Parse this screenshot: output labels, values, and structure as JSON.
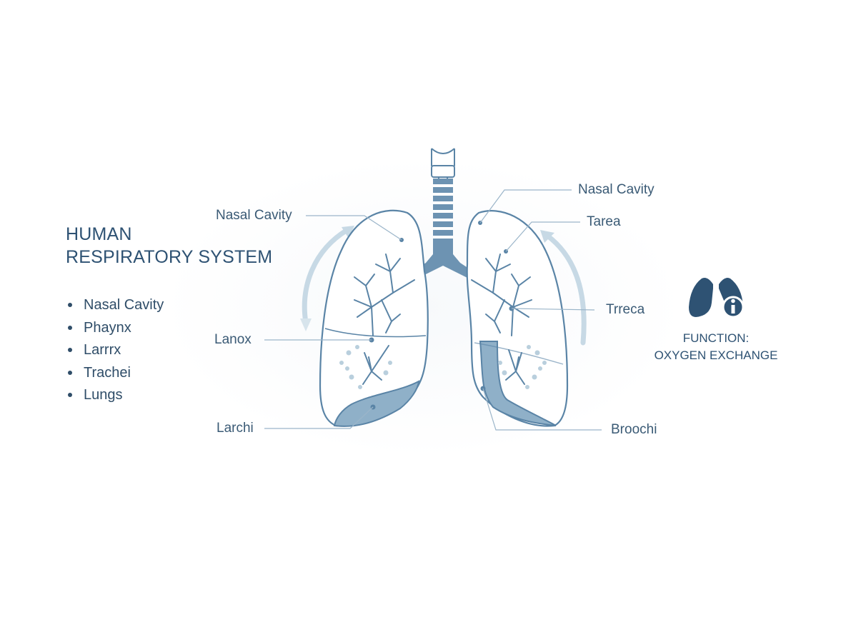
{
  "title": {
    "line1": "HUMAN",
    "line2": "RESPIRATORY SYSTEM"
  },
  "parts_list": [
    "Nasal Cavity",
    "Phaynx",
    "Larrrx",
    "Trachei",
    "Lungs"
  ],
  "callouts": {
    "left": [
      "Nasal Cavity",
      "Lanox",
      "Larchi"
    ],
    "right": [
      "Nasal Cavity",
      "Tarea",
      "Trreca",
      "Broochi"
    ]
  },
  "function_box": {
    "icon": "lungs-info-icon",
    "line1": "FUNCTION:",
    "line2": "OXYGEN EXCHANGE"
  },
  "colors": {
    "primary": "#5a84a6",
    "dark": "#2e5273",
    "fill": "#8fb0c8",
    "arrow": "#c3d6e3"
  }
}
